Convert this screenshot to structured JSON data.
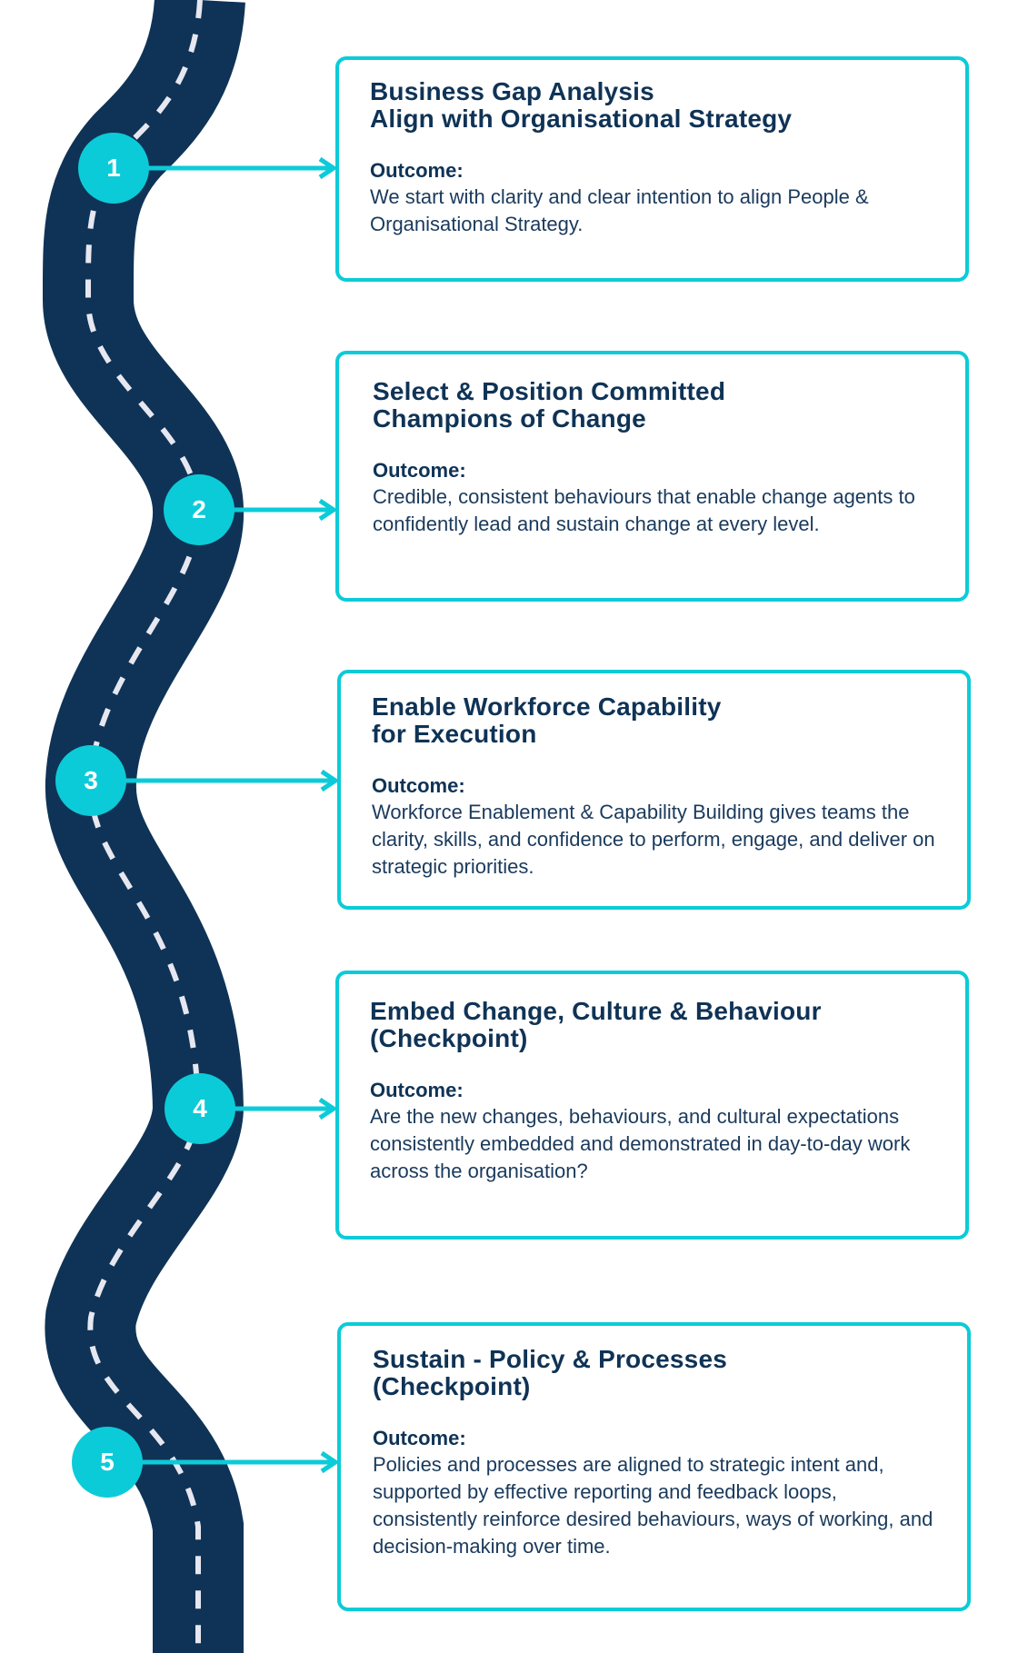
{
  "colors": {
    "road": "#0f3356",
    "lane_dash": "#e6e7f0",
    "accent": "#0ccbd8",
    "text": "#0f3356"
  },
  "steps": [
    {
      "number": "1",
      "title": "Business Gap Analysis\nAlign with Organisational Strategy",
      "outcome_label": "Outcome:",
      "outcome_text": "We start with clarity and clear intention to align People & Organisational Strategy."
    },
    {
      "number": "2",
      "title": "Select & Position Committed\nChampions of Change",
      "outcome_label": "Outcome:",
      "outcome_text": "Credible, consistent behaviours that enable change agents to confidently lead and sustain change at every level."
    },
    {
      "number": "3",
      "title": "Enable Workforce Capability\nfor Execution",
      "outcome_label": "Outcome:",
      "outcome_text": "Workforce Enablement & Capability Building gives teams the clarity, skills, and confidence to perform, engage, and deliver on strategic priorities."
    },
    {
      "number": "4",
      "title": "Embed Change, Culture & Behaviour\n(Checkpoint)",
      "outcome_label": "Outcome:",
      "outcome_text": "Are the new changes, behaviours, and cultural expectations consistently embedded and demonstrated in day-to-day work across the organisation?"
    },
    {
      "number": "5",
      "title": "Sustain - Policy & Processes\n(Checkpoint)",
      "outcome_label": "Outcome:",
      "outcome_text": "Policies and processes are aligned to strategic intent and, supported by effective reporting and feedback loops, consistently reinforce desired behaviours, ways of working, and decision-making over time."
    }
  ]
}
